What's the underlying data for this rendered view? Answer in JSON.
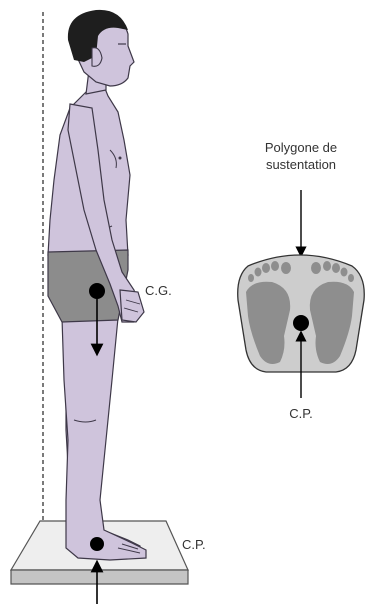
{
  "labels": {
    "cg": "C.G.",
    "cp_platform": "C.P.",
    "cp_polygon": "C.P.",
    "polygon_line1": "Polygone de",
    "polygon_line2": "sustentation"
  },
  "colors": {
    "skin": "#cfc4dc",
    "skin_stroke": "#3e3848",
    "shorts": "#8c8c8c",
    "hair": "#1e1e1e",
    "platform_top": "#eeeeee",
    "platform_side": "#c4c4c4",
    "polygon_fill": "#cdcdcd",
    "footprint": "#8e8e8e",
    "marker": "#000000"
  }
}
